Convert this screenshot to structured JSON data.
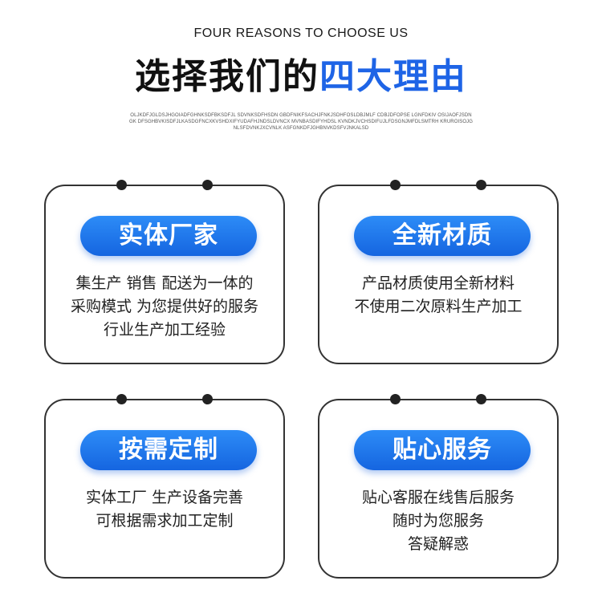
{
  "header": {
    "subtitle_en": "FOUR REASONS TO CHOOSE US",
    "title_dark": "选择我们的",
    "title_blue": "四大理由",
    "decor_text": "OLJKDFJGLDSJHGOIADFGHNKSDFBKSDFJL SDVNKSDFHSDN GBDFNIKFSACHJFNKJSDHFOSLDBJMLF CDBJDFOPSE LGNFDKIV OSIJAOFJSDNGK DFSGHBVKISDFJLKASDGFNCXKVSHDXIFYUDAFHJNDSLDVNCX MVNBASDIFYHDSL KVNDKJVCHSDIFUJLFDSGNJMFDLSMTRH KRUROISOJGNLSFDVNKJXCVNLK ASFGNKDFJGHBNVKDSFVJNKALSD"
  },
  "cards": [
    {
      "title": "实体厂家",
      "lines": [
        "集生产 销售 配送为一体的",
        "采购模式 为您提供好的服务",
        "行业生产加工经验"
      ]
    },
    {
      "title": "全新材质",
      "lines": [
        "产品材质使用全新材料",
        "不使用二次原料生产加工"
      ]
    },
    {
      "title": "按需定制",
      "lines": [
        "实体工厂 生产设备完善",
        "可根据需求加工定制"
      ]
    },
    {
      "title": "贴心服务",
      "lines": [
        "贴心客服在线售后服务",
        "随时为您服务",
        "答疑解惑"
      ]
    }
  ]
}
